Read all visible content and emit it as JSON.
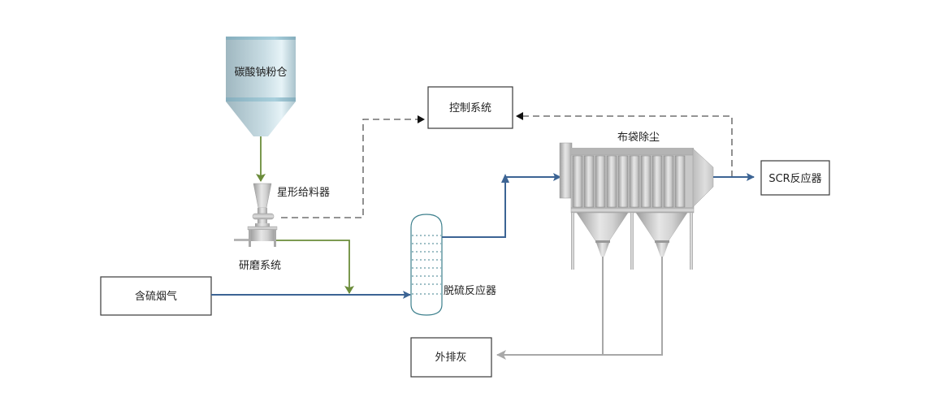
{
  "title": "干法脱硫工艺流程",
  "colors": {
    "flue_gas": "#3c6494",
    "reagent": "#6b8c3a",
    "control": "#555555",
    "ash": "#a8a8a8",
    "reactor_outline": "#3c7f8c",
    "silo": "#b9d3dc"
  },
  "nodes": {
    "silo": {
      "label": "碳酸钠粉仓"
    },
    "feeder": {
      "label": "星形给料器"
    },
    "mill": {
      "label": "研磨系统"
    },
    "control": {
      "label": "控制系统"
    },
    "bagfilter": {
      "label": "布袋除尘"
    },
    "scr": {
      "label": "SCR反应器"
    },
    "flue_gas": {
      "label": "含硫烟气"
    },
    "reactor": {
      "label": "脱硫反应器"
    },
    "ash": {
      "label": "外排灰"
    }
  },
  "edges": [
    {
      "from": "silo",
      "to": "feeder",
      "type": "reagent"
    },
    {
      "from": "mill",
      "to": "flue-gas-line",
      "type": "reagent"
    },
    {
      "from": "flue_gas",
      "to": "reactor",
      "type": "flue_gas"
    },
    {
      "from": "reactor",
      "to": "bagfilter",
      "type": "flue_gas"
    },
    {
      "from": "bagfilter",
      "to": "scr",
      "type": "flue_gas"
    },
    {
      "from": "feeder",
      "to": "control",
      "type": "control"
    },
    {
      "from": "bagfilter-outlet",
      "to": "control",
      "type": "control"
    },
    {
      "from": "bagfilter",
      "to": "ash",
      "type": "ash"
    }
  ]
}
